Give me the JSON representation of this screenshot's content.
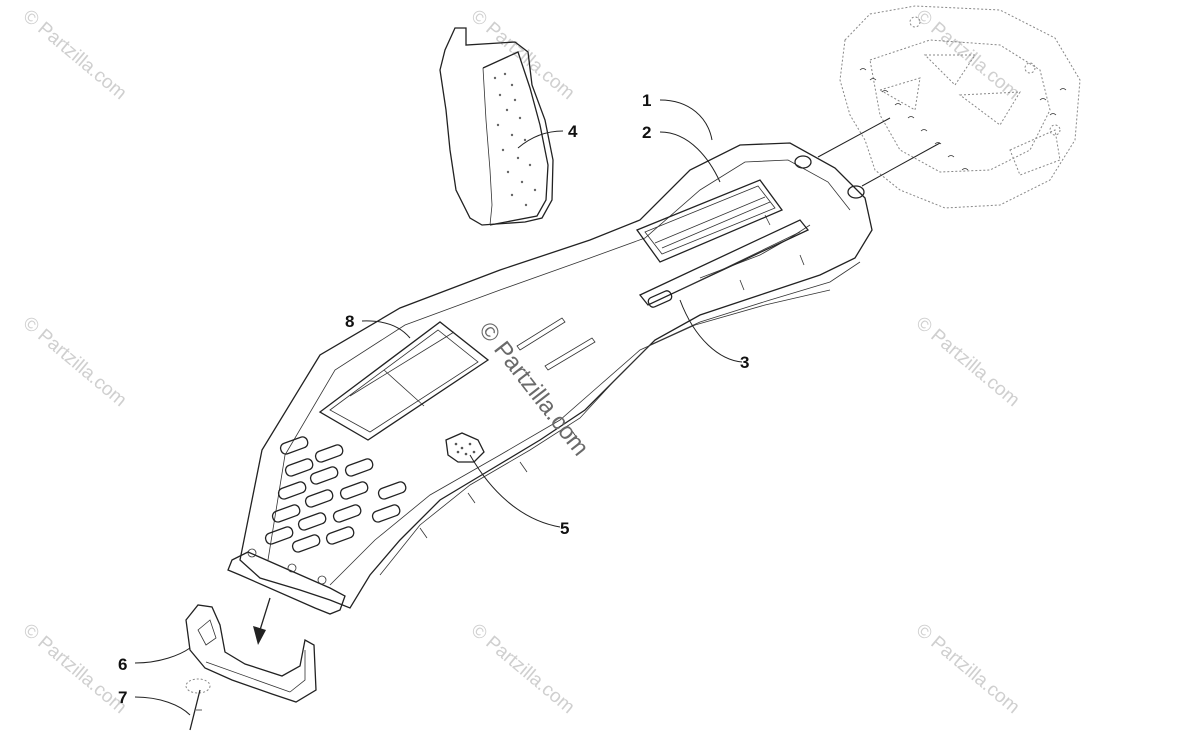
{
  "diagram": {
    "callouts": [
      "1",
      "2",
      "3",
      "4",
      "5",
      "6",
      "7",
      "8"
    ],
    "watermark_small": "© Partzilla.com",
    "watermark_center": "© Partzilla.com"
  }
}
